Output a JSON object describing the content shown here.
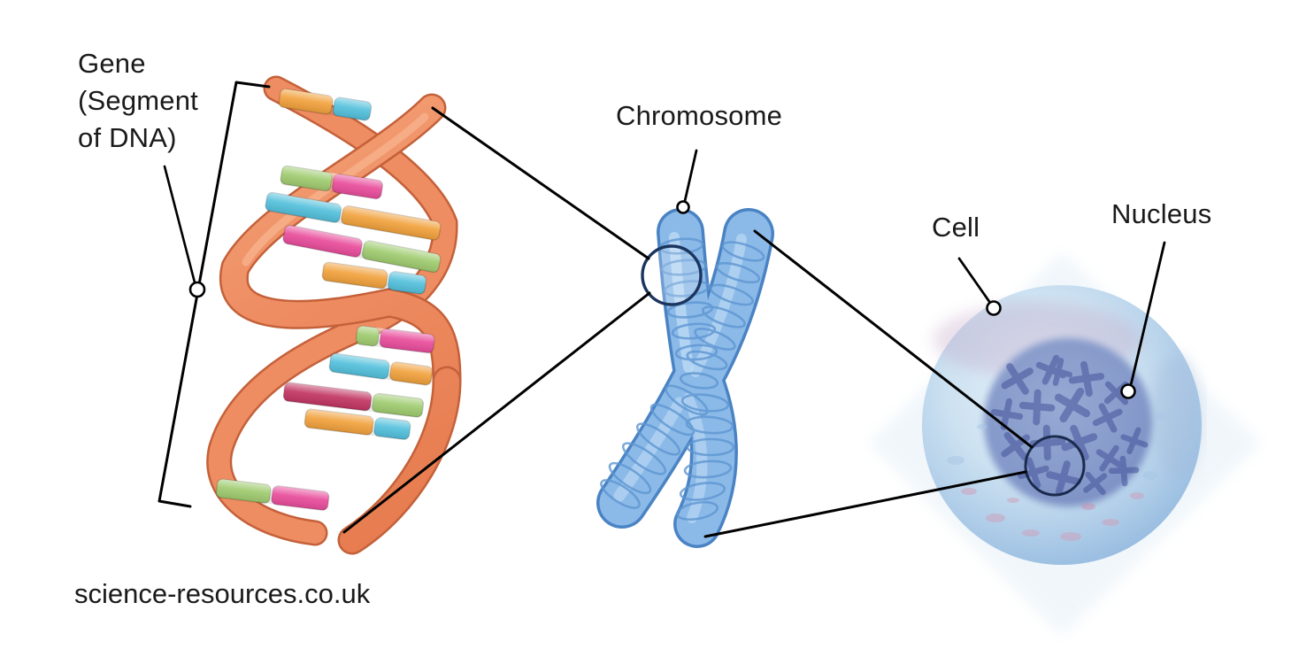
{
  "title": "Gene, Chromosome, Cell and Nucleus science diagram",
  "labels": {
    "gene_line1": "Gene",
    "gene_line2": "(Segment",
    "gene_line3": "of DNA)",
    "chromosome": "Chromosome",
    "cell": "Cell",
    "nucleus": "Nucleus"
  },
  "watermark": "science-resources.co.uk",
  "colors": {
    "dna_ribbon": "#EE8C62",
    "dna_ribbon_dark": "#C4613A",
    "base_orange": "#F1A13C",
    "base_cyan": "#53C0DC",
    "base_green": "#9FCB6F",
    "base_pink": "#E84C9B",
    "base_crimson": "#C13563",
    "chromosome_blue": "#8CBAE8",
    "chromosome_outline": "#4A83C4",
    "chromosome_coil": "#5E96D2",
    "cell_blue": "#AECCE8",
    "nucleus_blue": "#7487BD",
    "chromatin_dark": "#44529A",
    "line_black": "#000000"
  }
}
